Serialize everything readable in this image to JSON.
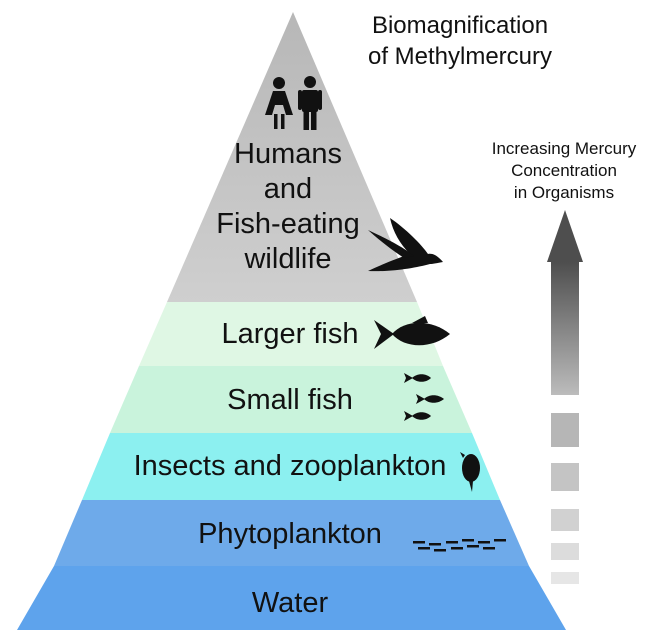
{
  "title": {
    "line1": "Biomagnification",
    "line2": "of Methylmercury"
  },
  "arrow": {
    "caption_line1": "Increasing Mercury",
    "caption_line2": "Concentration",
    "caption_line3": "in Organisms"
  },
  "tiers": [
    {
      "id": "top",
      "lines": [
        "Humans",
        "and",
        "Fish-eating",
        "wildlife"
      ],
      "color": "#c6c6c6",
      "icons": [
        "woman-icon",
        "man-icon",
        "bird-icon"
      ]
    },
    {
      "id": "larger-fish",
      "lines": [
        "Larger fish"
      ],
      "color": "#dff7e4",
      "icons": [
        "large-fish-icon"
      ]
    },
    {
      "id": "small-fish",
      "lines": [
        "Small fish"
      ],
      "color": "#c9f3dc",
      "icons": [
        "small-fish-icon"
      ]
    },
    {
      "id": "insects",
      "lines": [
        "Insects and zooplankton"
      ],
      "color": "#89f1f1",
      "icons": [
        "zooplankton-icon"
      ]
    },
    {
      "id": "phytoplankton",
      "lines": [
        "Phytoplankton"
      ],
      "color": "#68a9ec",
      "icons": [
        "phytoplankton-icon"
      ]
    },
    {
      "id": "water",
      "lines": [
        "Water"
      ],
      "color": "#5ba2ec",
      "icons": []
    }
  ],
  "colors": {
    "arrow_dark": "#555555",
    "arrow_light": "#bdbdbd"
  }
}
